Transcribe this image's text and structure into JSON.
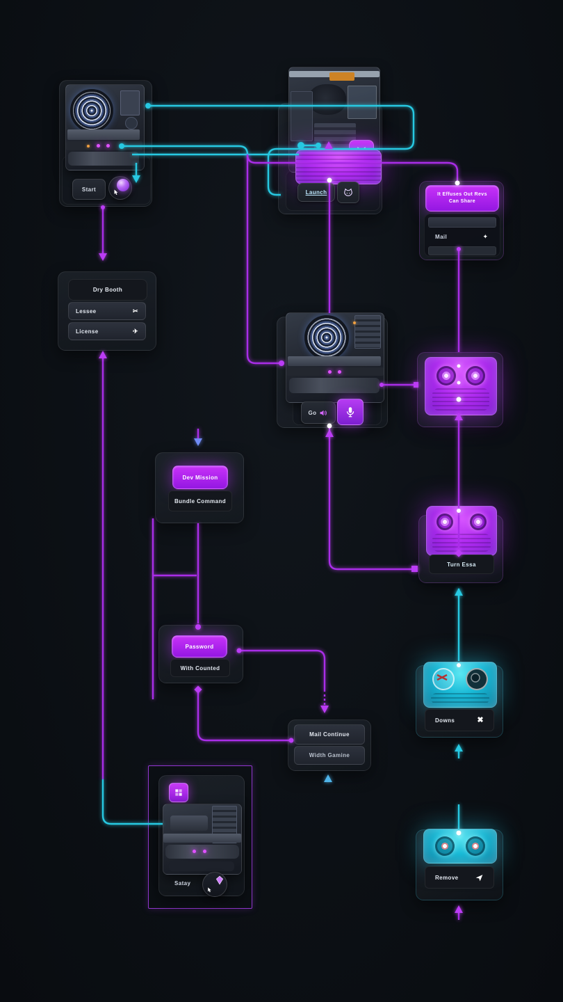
{
  "nodes": {
    "machine_a": {
      "button": "Start"
    },
    "machine_b": {
      "button": "Launch"
    },
    "share": {
      "title_line1": "It Effuses Out Revs",
      "title_line2": "Can Share",
      "button": "Mail",
      "icon_glyph": "✦"
    },
    "dry_booth": {
      "title": "Dry Booth",
      "rows": [
        {
          "label": "Lessee",
          "icon": "✂"
        },
        {
          "label": "License",
          "icon": "✈"
        }
      ]
    },
    "machine_c": {
      "button": "Go"
    },
    "turn_essa": {
      "label": "Turn Essa"
    },
    "dev_mission": {
      "primary": "Dev Mission",
      "secondary": "Bundle Command"
    },
    "password": {
      "primary": "Password",
      "secondary": "With Counted"
    },
    "downs": {
      "label": "Downs",
      "close_glyph": "✖"
    },
    "mail_continue": {
      "row1": "Mail Continue",
      "row2": "Width Gamine"
    },
    "safety": {
      "label": "Satay"
    },
    "remove": {
      "label": "Remove"
    }
  },
  "colors": {
    "background": "#0c1015",
    "purple": "#a92de8",
    "magenta_glow": "#c93bff",
    "cyan": "#27c9e2"
  }
}
